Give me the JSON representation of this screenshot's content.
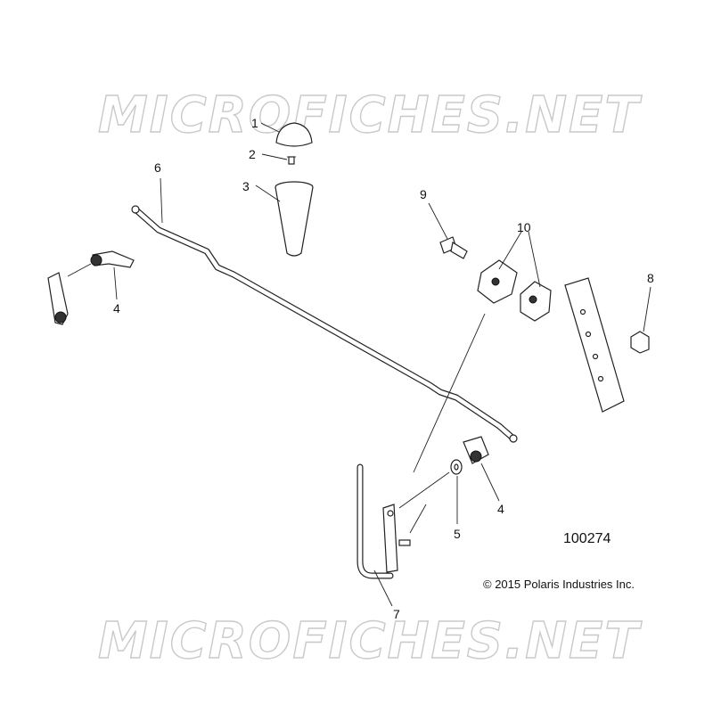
{
  "watermark": {
    "top_text": "MICROFICHES.NET",
    "bottom_text": "MICROFICHES.NET",
    "color": "#c9c9c9"
  },
  "callouts": [
    "1",
    "2",
    "3",
    "4",
    "4",
    "5",
    "6",
    "7",
    "8",
    "9",
    "10"
  ],
  "figure_number": "100274",
  "copyright": "© 2015 Polaris Industries Inc."
}
